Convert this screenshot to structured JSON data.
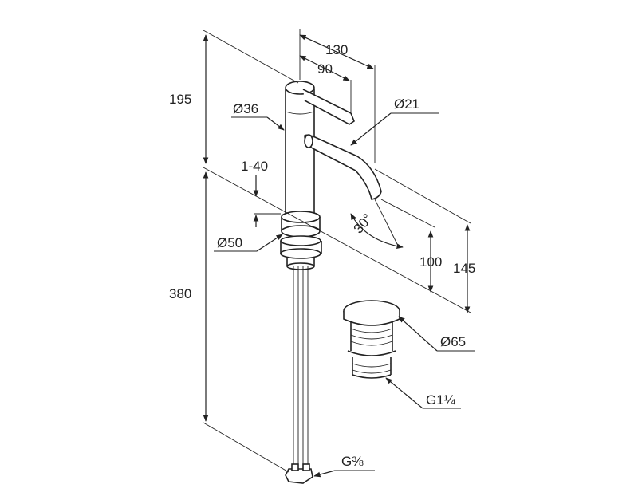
{
  "dimensions": {
    "spout_reach_outer": "130",
    "handle_reach": "90",
    "height_top": "195",
    "body_diameter": "Ø36",
    "spout_diameter": "Ø21",
    "deck_thickness": "1-40",
    "spout_angle": "30°",
    "base_diameter": "Ø50",
    "spout_height": "100",
    "spout_total_height": "145",
    "total_height": "380",
    "waste_diameter": "Ø65",
    "waste_thread": "G1¼",
    "supply_thread": "G⅜"
  }
}
